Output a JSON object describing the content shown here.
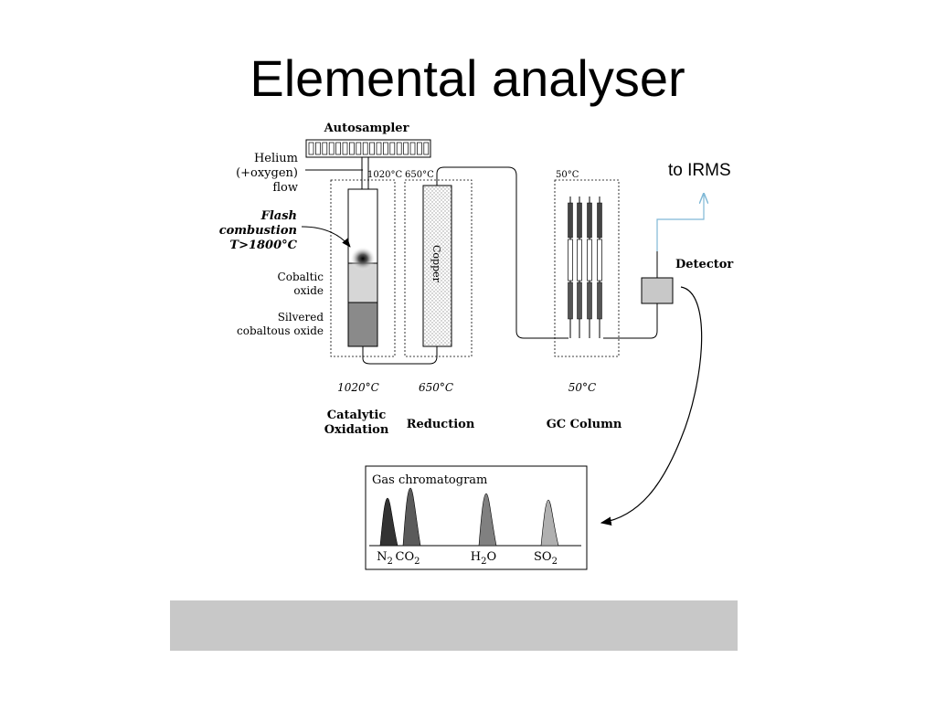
{
  "title": "Elemental analyser",
  "labels": {
    "autosampler": "Autosampler",
    "helium_1": "Helium",
    "helium_2": "(+oxygen)",
    "helium_3": "flow",
    "flash_1": "Flash",
    "flash_2": "combustion",
    "flash_3": "T>1800°C",
    "cobaltic_1": "Cobaltic",
    "cobaltic_2": "oxide",
    "silvered_1": "Silvered",
    "silvered_2": "cobaltous oxide",
    "copper": "Copper",
    "top_temp_oxidation": "1020°C",
    "top_temp_reduction": "650°C",
    "top_temp_gc": "50°C",
    "bottom_temp_oxidation": "1020°C",
    "bottom_temp_reduction": "650°C",
    "bottom_temp_gc": "50°C",
    "stage_oxidation_1": "Catalytic",
    "stage_oxidation_2": "Oxidation",
    "stage_reduction": "Reduction",
    "stage_gc": "GC Column",
    "detector": "Detector",
    "to_irms": "to IRMS",
    "chromatogram_title": "Gas chromatogram"
  },
  "peaks": [
    {
      "base": "N",
      "sub": "2",
      "post": "",
      "shade": "#333333"
    },
    {
      "base": "CO",
      "sub": "2",
      "post": "",
      "shade": "#5a5a5a"
    },
    {
      "base": "H",
      "sub": "2",
      "post": "O",
      "shade": "#808080"
    },
    {
      "base": "SO",
      "sub": "2",
      "post": "",
      "shade": "#b0b0b0"
    }
  ],
  "colors": {
    "irms_arrow": "#7fb8d6",
    "bottom_bar": "#c8c8c8"
  }
}
